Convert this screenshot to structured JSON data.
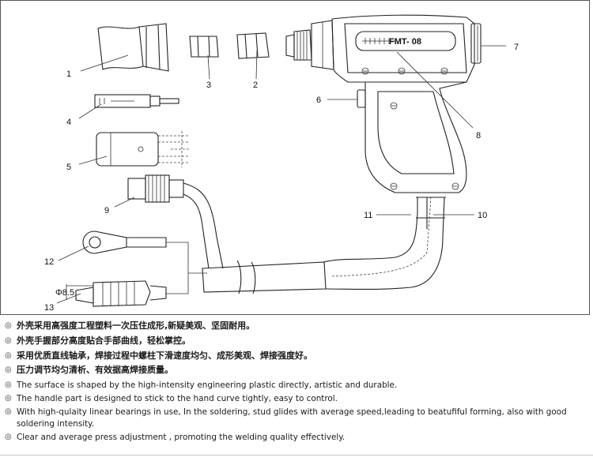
{
  "diagram": {
    "model_label": "FMT- 08",
    "diameter_label": "Φ8.5",
    "callouts": [
      "1",
      "2",
      "3",
      "4",
      "5",
      "6",
      "7",
      "8",
      "9",
      "10",
      "11",
      "12",
      "13"
    ]
  },
  "features_cn": [
    "外壳采用高强度工程塑料一次压住成形,新疑美观、坚固耐用。",
    "外壳手握部分高度贴合手部曲线，轻松掌控。",
    "采用优质直线轴承，焊接过程中螺柱下滑速度均匀、成形美观、焊接强度好。",
    "压力调节均匀清析、有效据高焊接质量。"
  ],
  "features_en": [
    "The surface is shaped by the high-intensity engineering plastic directly, artistic and durable.",
    "The handle part is designed to stick to the hand curve tightly, easy to control.",
    "With high-qulaity linear bearings in use, In the soldering, stud glides with average speed,leading to beatufiful  forming, also with good soldering intensity.",
    "Clear and average press adjustment , promoting the welding quality effectively."
  ],
  "bullet_glyph": "◎"
}
